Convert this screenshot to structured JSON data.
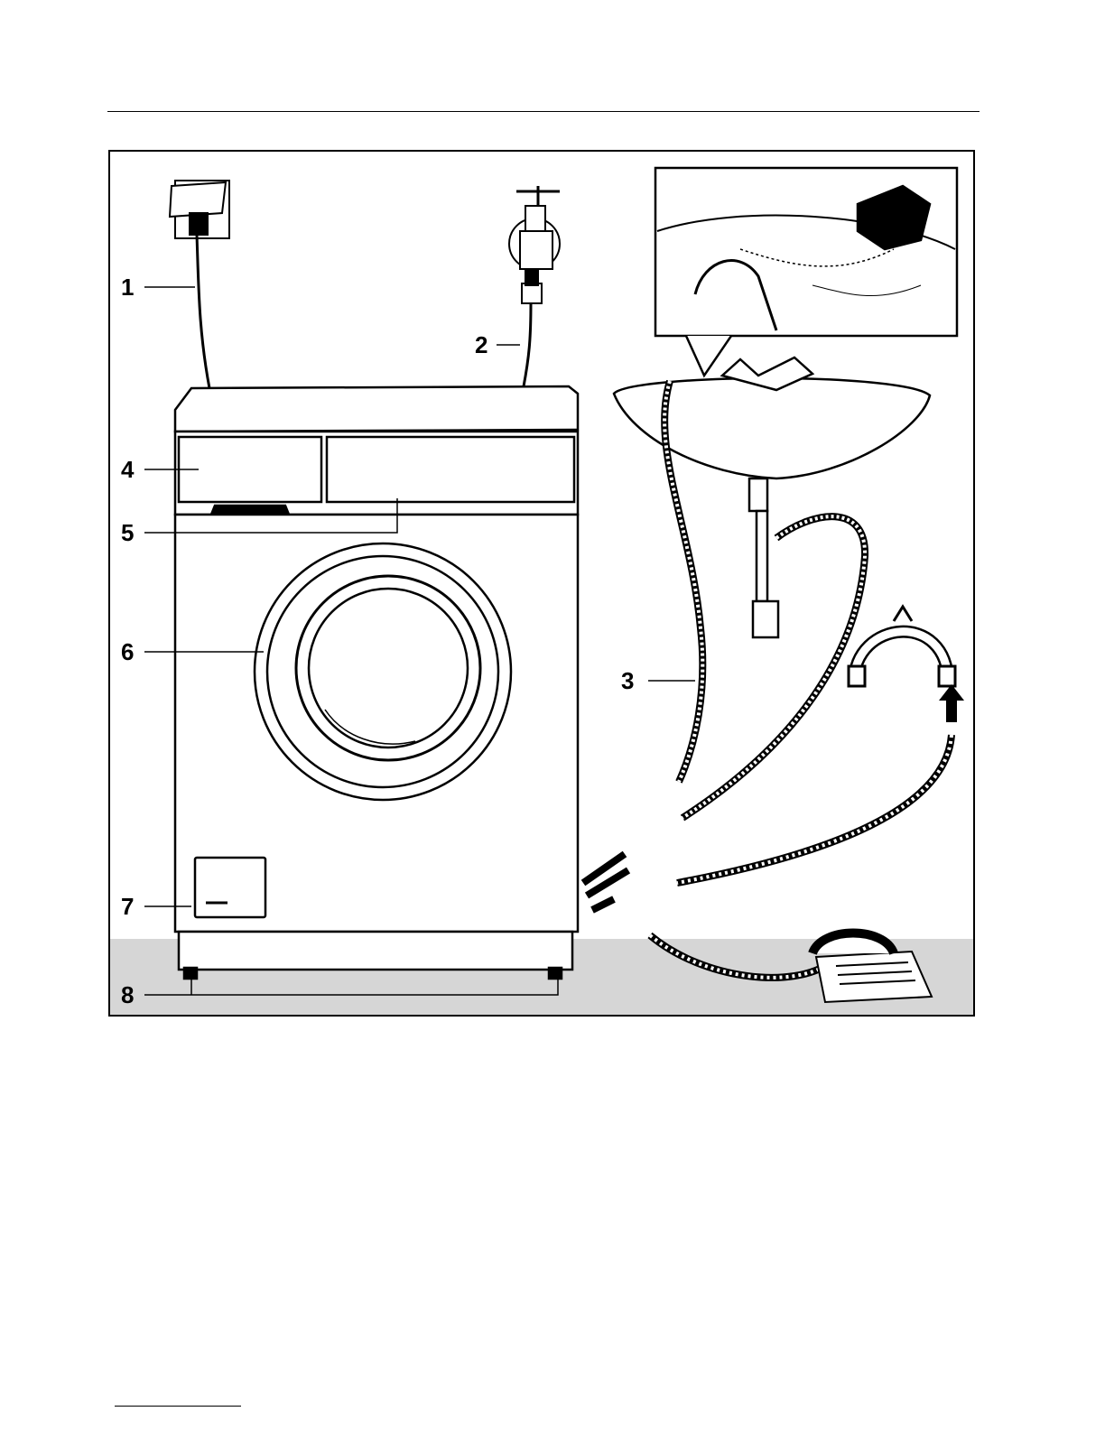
{
  "figure": {
    "callouts": [
      {
        "id": "1",
        "label": "1"
      },
      {
        "id": "2",
        "label": "2"
      },
      {
        "id": "3",
        "label": "3"
      },
      {
        "id": "4",
        "label": "4"
      },
      {
        "id": "5",
        "label": "5"
      },
      {
        "id": "6",
        "label": "6"
      },
      {
        "id": "7",
        "label": "7"
      },
      {
        "id": "8",
        "label": "8"
      }
    ]
  },
  "colors": {
    "line": "#000000",
    "floor": "#d6d6d6",
    "background": "#ffffff"
  }
}
